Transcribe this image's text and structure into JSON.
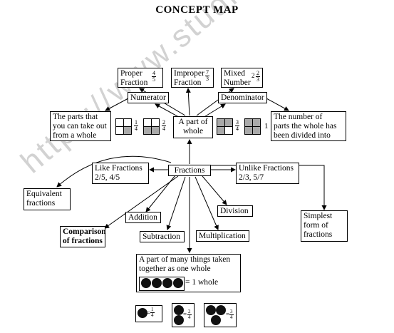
{
  "title": "CONCEPT  MAP",
  "watermark": "https://www.studiestoday.com",
  "nodes": {
    "proper_fraction": {
      "line1": "Proper",
      "line2": "Fraction",
      "num": "4",
      "den": "5"
    },
    "improper_fraction": {
      "line1": "Improper",
      "line2": "Fraction",
      "num": "7",
      "den": "3"
    },
    "mixed_number": {
      "line1": "Mixed",
      "line2": "Number",
      "whole": "2",
      "num": "2",
      "den": "3"
    },
    "numerator": "Numerator",
    "denominator": "Denominator",
    "numerator_desc": [
      "The parts that",
      "you can take out",
      "from a whole"
    ],
    "denominator_desc": [
      "The number of",
      "parts the whole has",
      "been divided into"
    ],
    "part_of_whole": [
      "A part of",
      "whole"
    ],
    "fractions": "Fractions",
    "like_fractions": [
      "Like Fractions",
      "2/5, 4/5"
    ],
    "unlike_fractions": [
      "Unlike Fractions",
      "2/3, 5/7"
    ],
    "equivalent_fractions": [
      "Equivalent",
      "fractions"
    ],
    "addition": "Addition",
    "comparison": [
      "Comparison",
      "of fractions"
    ],
    "subtraction": "Subtraction",
    "multiplication": "Multiplication",
    "division": "Division",
    "simplest_form": [
      "Simplest",
      "form of",
      "fractions"
    ],
    "group_whole": [
      "A part of many things taken",
      "together as one whole"
    ],
    "one_whole": "= 1 whole"
  },
  "models": {
    "quarter": {
      "num": "1",
      "den": "4"
    },
    "half": {
      "num": "2",
      "den": "4"
    },
    "three_quarters": {
      "num": "3",
      "den": "4"
    },
    "whole": "1",
    "dots_1": {
      "num": "1",
      "den": "4"
    },
    "dots_2": {
      "num": "2",
      "den": "4"
    },
    "dots_3": {
      "num": "3",
      "den": "4"
    }
  },
  "colors": {
    "shade": "#a9a9a9",
    "watermark": "#d2d2d2",
    "line": "#000000"
  }
}
